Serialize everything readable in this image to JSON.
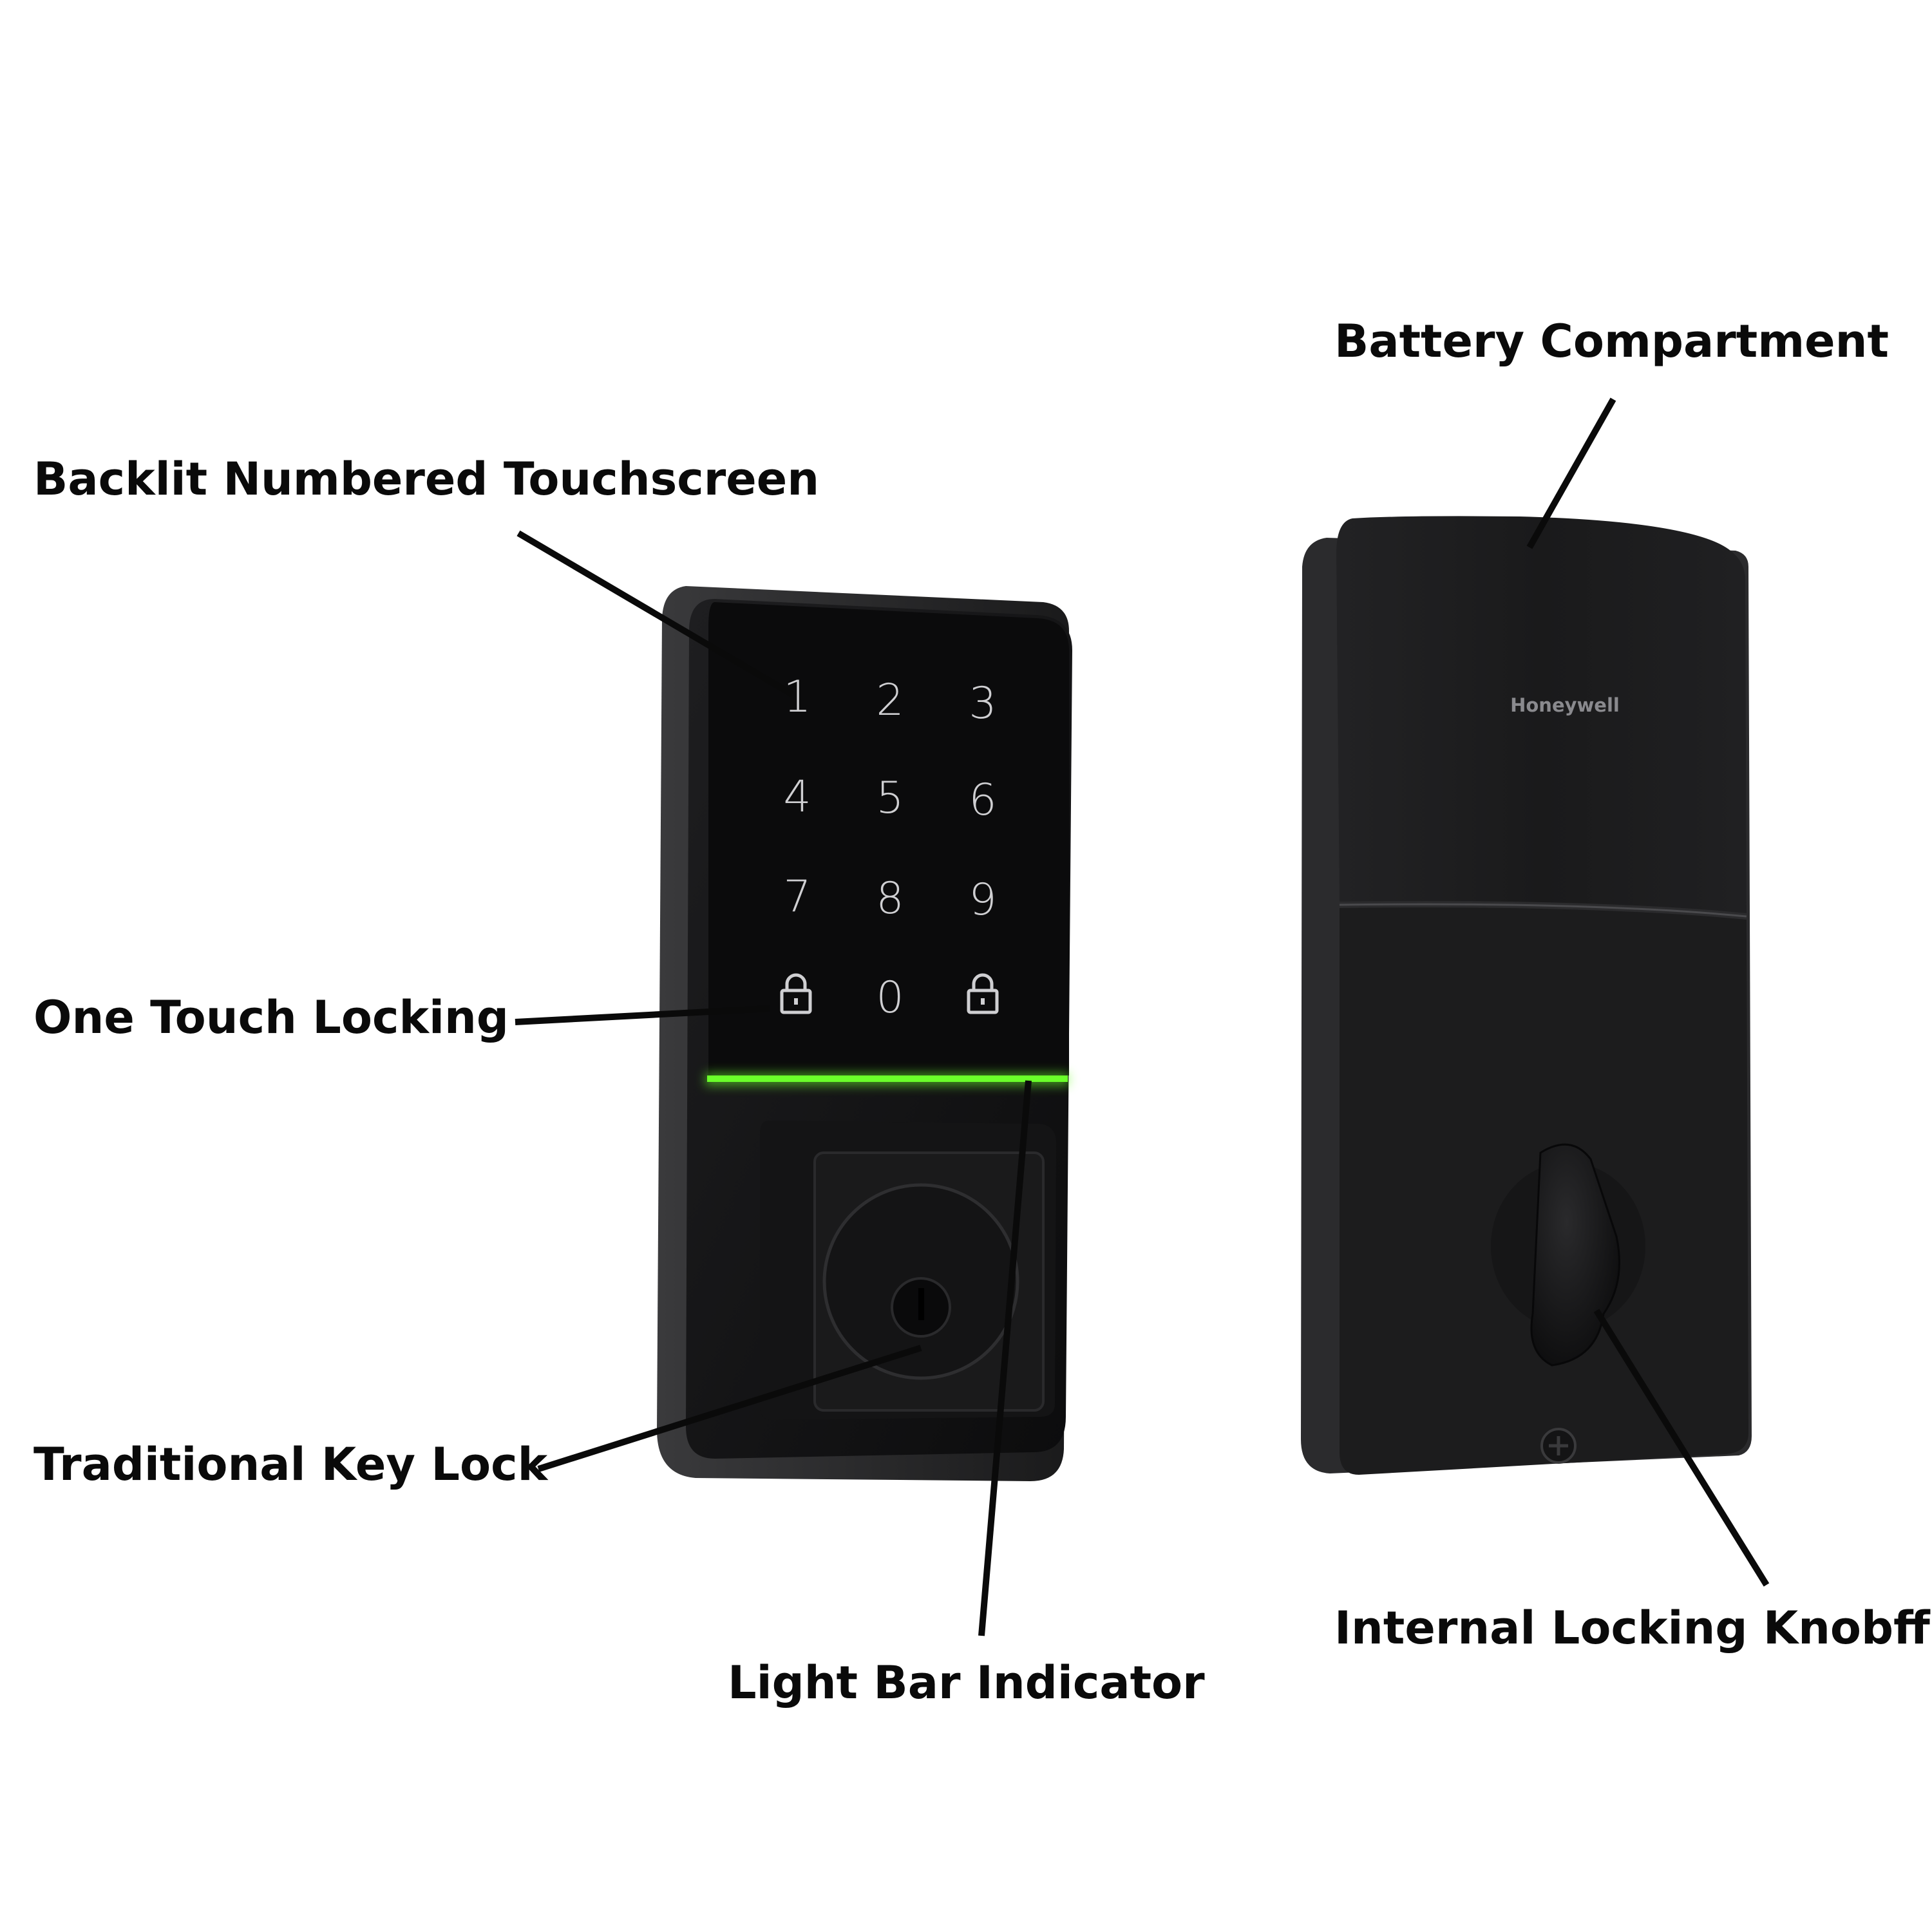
{
  "callouts": {
    "touchscreen": "Backlit Numbered Touchscreen",
    "one_touch": "One Touch Locking",
    "key_lock": "Traditional Key Lock",
    "light_bar": "Light Bar Indicator",
    "battery": "Battery Compartment",
    "knob": "Internal Locking Knobff"
  },
  "keypad": {
    "row1": [
      "1",
      "2",
      "3"
    ],
    "row2": [
      "4",
      "5",
      "6"
    ],
    "row3": [
      "7",
      "8",
      "9"
    ],
    "row4": [
      "lock-icon",
      "0",
      "lock-icon"
    ]
  },
  "interior_brand": "Honeywell",
  "colors": {
    "body": "#1c1c1d",
    "face": "#111112",
    "light_bar": "#6aff2a",
    "text": "#0a0a0a"
  }
}
